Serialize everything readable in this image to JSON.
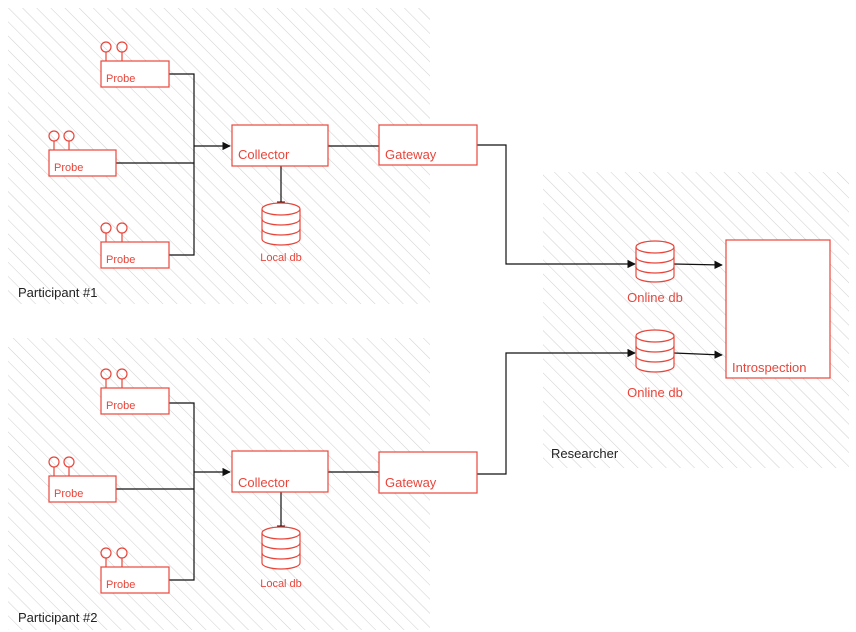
{
  "colors": {
    "accent": "#e8463b",
    "line": "#111111",
    "hatch": "#cfcfcf",
    "text": "#222222"
  },
  "groups": {
    "participant1": "Participant #1",
    "participant2": "Participant #2",
    "researcher": "Researcher"
  },
  "participant1": {
    "probes": [
      "Probe",
      "Probe",
      "Probe"
    ],
    "collector": "Collector",
    "gateway": "Gateway",
    "local_db": "Local db"
  },
  "participant2": {
    "probes": [
      "Probe",
      "Probe",
      "Probe"
    ],
    "collector": "Collector",
    "gateway": "Gateway",
    "local_db": "Local db"
  },
  "researcher": {
    "online_db_1": "Online db",
    "online_db_2": "Online db",
    "introspection": "Introspection"
  }
}
